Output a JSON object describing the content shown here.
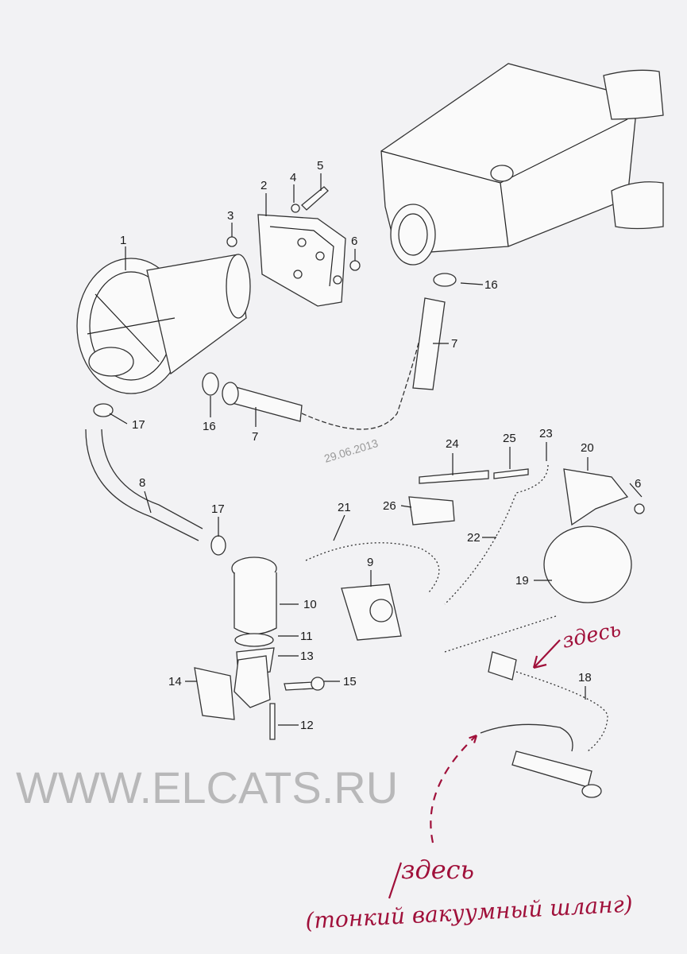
{
  "diagram": {
    "watermark": "WWW.ELCATS.RU",
    "date": "29.06.2013",
    "callouts": [
      "1",
      "2",
      "3",
      "4",
      "5",
      "6",
      "16",
      "7",
      "17",
      "16",
      "7",
      "8",
      "17",
      "21",
      "24",
      "25",
      "23",
      "20",
      "26",
      "22",
      "6",
      "9",
      "19",
      "10",
      "11",
      "13",
      "14",
      "15",
      "12",
      "18"
    ],
    "annotations": {
      "here_top": "здесь",
      "here_bottom": "здесь",
      "note": "(тонкий вакуумный шланг)"
    },
    "colors": {
      "ink": "#222222",
      "annotation": "#a0103a",
      "paper": "#f2f2f4"
    }
  }
}
